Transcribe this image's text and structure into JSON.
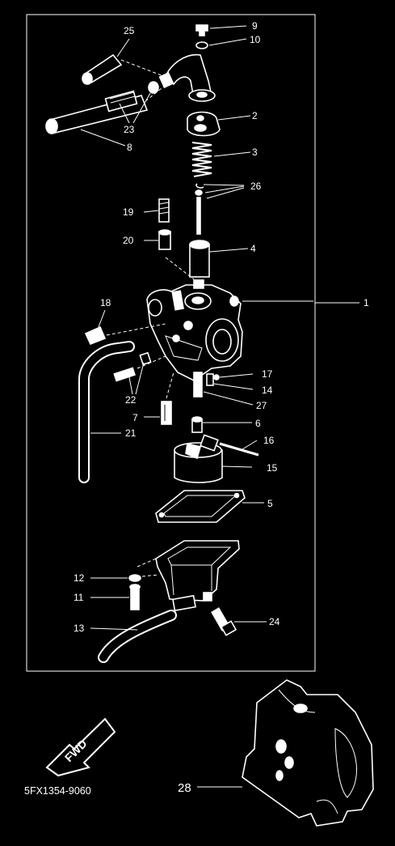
{
  "diagram": {
    "part_code": "5FX1354-9060",
    "fwd_label": "FWD",
    "callouts": {
      "c1": "1",
      "c2": "2",
      "c3": "3",
      "c4": "4",
      "c5": "5",
      "c6": "6",
      "c7": "7",
      "c8": "8",
      "c9": "9",
      "c10": "10",
      "c11": "11",
      "c12": "12",
      "c13": "13",
      "c14": "14",
      "c15": "15",
      "c16": "16",
      "c17": "17",
      "c18": "18",
      "c19": "19",
      "c20": "20",
      "c21": "21",
      "c22": "22",
      "c23": "23",
      "c24": "24",
      "c25": "25",
      "c26": "26",
      "c27": "27",
      "c28": "28"
    }
  }
}
